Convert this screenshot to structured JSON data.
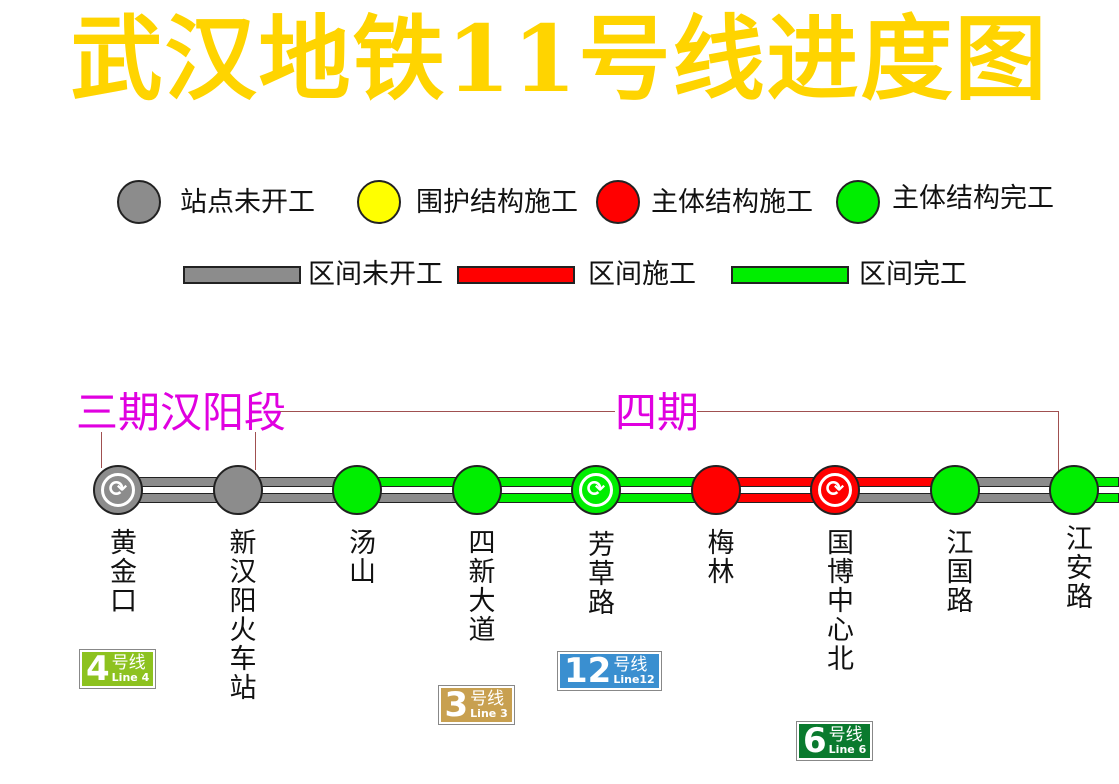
{
  "title": "武汉地铁11号线进度图",
  "colors": {
    "gray": "#8c8c8c",
    "yellow": "#ffff00",
    "red": "#ff0000",
    "green": "#00ee00",
    "magenta": "#e000e0",
    "title": "#ffd400"
  },
  "legend": {
    "stations": [
      {
        "label": "站点未开工",
        "status": "not-started"
      },
      {
        "label": "围护结构施工",
        "status": "retaining"
      },
      {
        "label": "主体结构施工",
        "status": "main-construction"
      },
      {
        "label": "主体结构完工",
        "status": "main-complete"
      }
    ],
    "sections": [
      {
        "label": "区间未开工",
        "status": "not-started"
      },
      {
        "label": "区间施工",
        "status": "construction"
      },
      {
        "label": "区间完工",
        "status": "complete"
      }
    ]
  },
  "phases": [
    {
      "label": "三期汉阳段"
    },
    {
      "label": "四期"
    }
  ],
  "stations": [
    {
      "name": "黄金口",
      "status": "not-started",
      "transfer": true,
      "line_badge": {
        "num": "4",
        "cn": "号线",
        "en": "Line 4",
        "color": "#8dc21f"
      }
    },
    {
      "name": "新汉阳火车站",
      "status": "not-started",
      "transfer": false
    },
    {
      "name": "汤山",
      "status": "main-complete",
      "transfer": false
    },
    {
      "name": "四新大道",
      "status": "main-complete",
      "transfer": false,
      "line_badge": {
        "num": "3",
        "cn": "号线",
        "en": "Line 3",
        "color": "#c8a050"
      }
    },
    {
      "name": "芳草路",
      "status": "main-complete",
      "transfer": true,
      "line_badge": {
        "num": "12",
        "cn": "号线",
        "en": "Line12",
        "color": "#3a8fd0"
      }
    },
    {
      "name": "梅林",
      "status": "main-construction",
      "transfer": false
    },
    {
      "name": "国博中心北",
      "status": "main-construction",
      "transfer": true,
      "line_badge": {
        "num": "6",
        "cn": "号线",
        "en": "Line 6",
        "color": "#0a7a2e"
      }
    },
    {
      "name": "江国路",
      "status": "main-complete",
      "transfer": false
    },
    {
      "name": "江安路",
      "status": "main-complete",
      "transfer": false
    }
  ],
  "sections": [
    {
      "from": "黄金口",
      "to": "新汉阳火车站",
      "upper": "not-started",
      "lower": "not-started"
    },
    {
      "from": "新汉阳火车站",
      "to": "汤山",
      "upper": "not-started",
      "lower": "not-started"
    },
    {
      "from": "汤山",
      "to": "四新大道",
      "upper": "complete",
      "lower": "not-started"
    },
    {
      "from": "四新大道",
      "to": "芳草路",
      "upper": "complete",
      "lower": "complete"
    },
    {
      "from": "芳草路",
      "to": "梅林",
      "upper": "complete",
      "lower": "complete"
    },
    {
      "from": "梅林",
      "to": "国博中心北",
      "upper": "construction",
      "lower": "construction"
    },
    {
      "from": "国博中心北",
      "to": "江国路",
      "upper": "construction",
      "lower": "not-started"
    },
    {
      "from": "江国路",
      "to": "江安路",
      "upper": "not-started",
      "lower": "not-started"
    },
    {
      "from": "江安路",
      "to": "",
      "upper": "complete",
      "lower": "complete"
    }
  ]
}
